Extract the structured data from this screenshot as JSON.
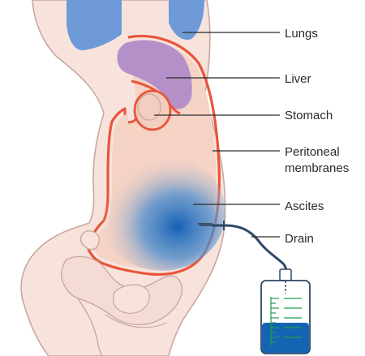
{
  "labels": {
    "lungs": "Lungs",
    "liver": "Liver",
    "stomach": "Stomach",
    "peritoneal_line1": "Peritoneal",
    "peritoneal_line2": "membranes",
    "ascites": "Ascites",
    "drain": "Drain"
  },
  "colors": {
    "skin_outline": "#c7a8a0",
    "body_fill": "#f8e3dc",
    "abdomen_fill": "#f5d3c5",
    "peritoneum": "#e8553a",
    "lungs": "#6e9bd8",
    "liver": "#b58fc7",
    "stomach": "#f3cdbf",
    "ascites_center": "#1561b5",
    "drain_tube": "#2c4866",
    "bag_fluid": "#1464b4",
    "bag_scale": "#1e9e4e",
    "leader_line": "#2b2b2b"
  }
}
